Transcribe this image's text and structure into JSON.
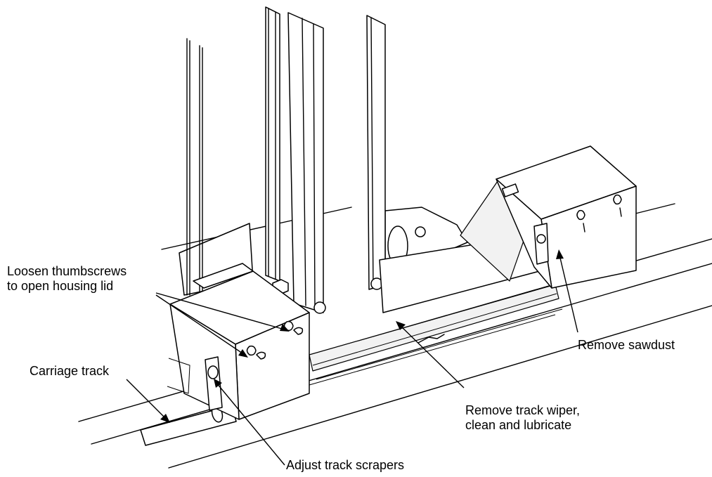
{
  "callouts": {
    "thumbscrews": [
      "Loosen thumbscrews",
      "to open housing lid"
    ],
    "carriage_track": "Carriage track",
    "track_scrapers": "Adjust track scrapers",
    "track_wiper": [
      "Remove track wiper,",
      "clean and lubricate"
    ],
    "sawdust": "Remove sawdust"
  }
}
